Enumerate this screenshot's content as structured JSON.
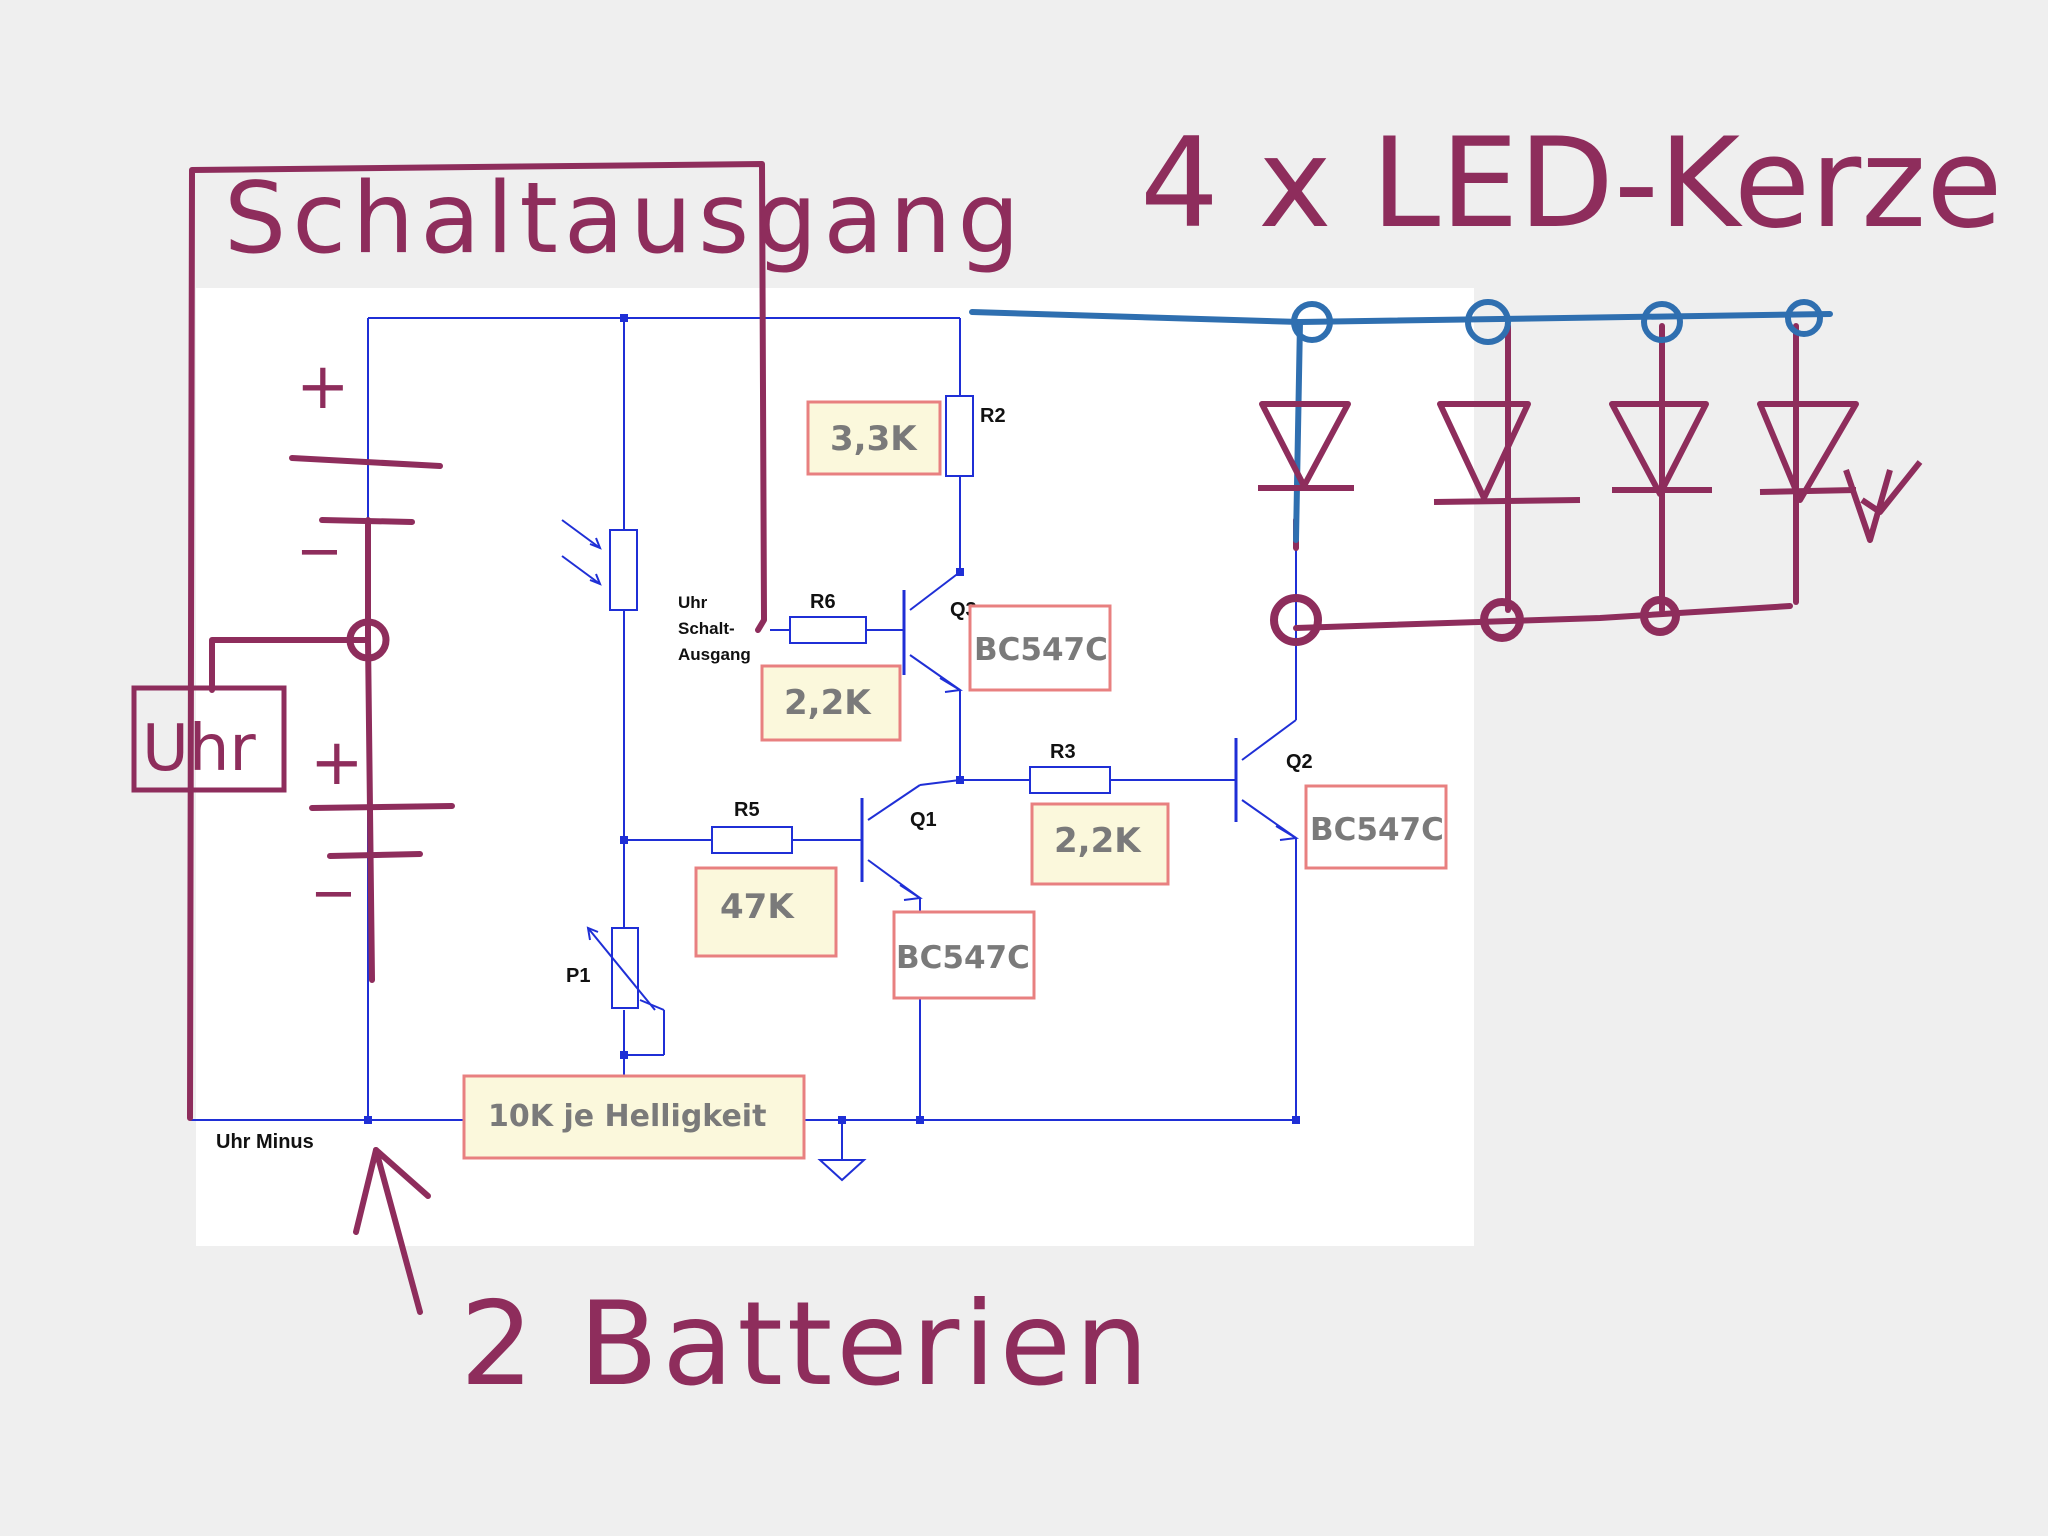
{
  "schematic": {
    "components": {
      "r2": "R2",
      "r6": "R6",
      "r5": "R5",
      "r3": "R3",
      "q3": "Q3",
      "q1": "Q1",
      "q2": "Q2",
      "p1": "P1"
    },
    "port_labels": {
      "clock_output_line1": "Uhr",
      "clock_output_line2": "Schalt-",
      "clock_output_line3": "Ausgang",
      "clock_minus": "Uhr Minus"
    }
  },
  "value_boxes": {
    "r2_value": "3,3K",
    "r6_value": "2,2K",
    "q3_type": "BC547C",
    "r3_value": "2,2K",
    "q2_type": "BC547C",
    "r5_value": "47K",
    "q1_type": "BC547C",
    "p1_value": "10K je Helligkeit"
  },
  "handwriting": {
    "switch_output": "Schaltausgang",
    "led_title": "4 x LED-Kerze",
    "clock": "Uhr",
    "batteries": "2 Batterien",
    "plus": "+",
    "minus": "−"
  },
  "colors": {
    "wire": "#1f2fd6",
    "annotation": "#8e2d5c",
    "led_bus": "#2f6fb0",
    "box_border": "#e88080",
    "box_fill": "#fbf8dc"
  }
}
